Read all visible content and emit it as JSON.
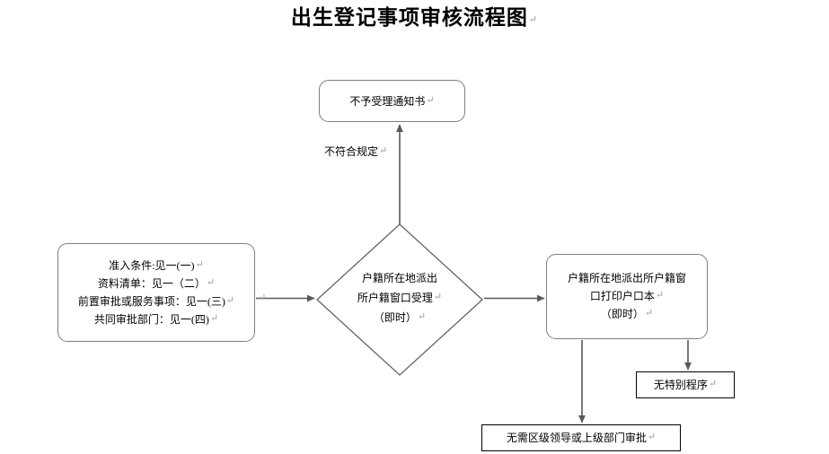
{
  "document": {
    "title": "出生登记事项审核流程图",
    "pilcrow": "↵"
  },
  "nodes": {
    "reject_notice": {
      "shape": "rounded-rectangle",
      "lines": [
        "不予受理通知书"
      ],
      "pilcrow": "↵"
    },
    "entry_conditions": {
      "shape": "rounded-rectangle",
      "lines": [
        "准入条件:见一(一)",
        "资料清单：见一（二）",
        "前置审批或服务事项：见一(三)",
        "共同审批部门：见一(四)"
      ],
      "pilcrow": "↵"
    },
    "decision_accept": {
      "shape": "diamond",
      "lines": [
        "户籍所在地派出",
        "所户籍窗口受理",
        "（即时）"
      ],
      "pilcrow": "↵"
    },
    "print_household": {
      "shape": "rounded-rectangle",
      "lines": [
        "户籍所在地派出所户籍窗",
        "口打印户口本",
        "（即时）"
      ],
      "pilcrow": "↵"
    },
    "no_special_procedure": {
      "shape": "rectangle",
      "lines": [
        "无特别程序"
      ],
      "pilcrow": "↵"
    },
    "no_approval_needed": {
      "shape": "rectangle",
      "lines": [
        "无需区级领导或上级部门审批"
      ],
      "pilcrow": "↵"
    }
  },
  "edges": {
    "nonconforming_label": "不符合规定",
    "nonconforming_pilcrow": "↵",
    "stray_pilcrow": "↵"
  },
  "colors": {
    "background": "#ffffff",
    "text": "#000000",
    "rounded_border": "#7f7f7f",
    "rect_border": "#000000",
    "connector": "#595959",
    "pilcrow": "#9a9a9a"
  }
}
